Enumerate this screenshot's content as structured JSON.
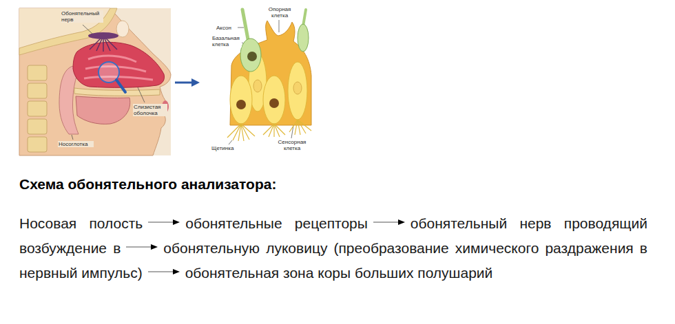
{
  "diagram": {
    "title": "Схема обонятельного анализатора:",
    "labels": [
      "Обонятельный нерв",
      "Опорная клетка",
      "Аксон",
      "Базальная клетка",
      "Слизистая оболочка",
      "Носоглотка",
      "Щетинка",
      "Сенсорная клетка",
      "Носовая полость",
      "обонятельные рецепторы",
      "обонятельный нерв проводящий возбуждение в",
      "обонятельную луковицу (преобразование химического раздражения в нервный импульс)",
      "обонятельная зона коры больших полушарий"
    ]
  }
}
